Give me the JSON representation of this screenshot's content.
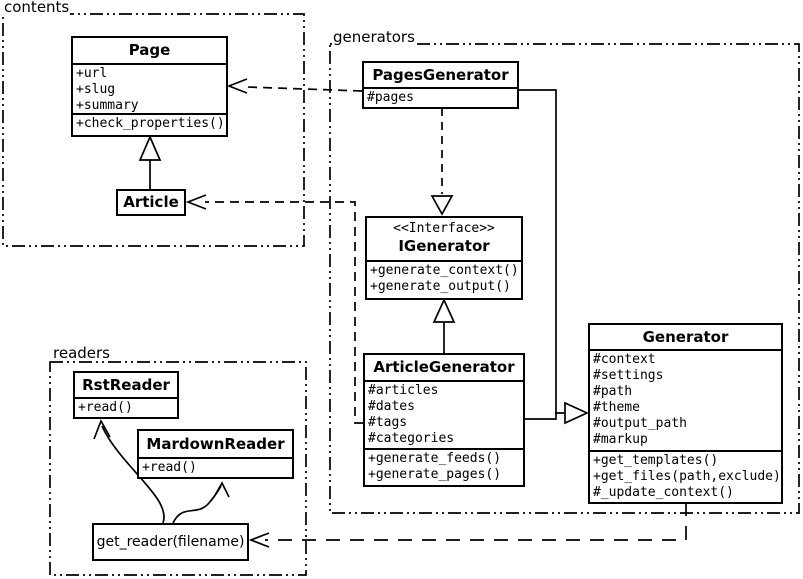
{
  "packages": {
    "contents": {
      "label": "contents"
    },
    "generators": {
      "label": "generators"
    },
    "readers": {
      "label": "readers"
    }
  },
  "classes": {
    "page": {
      "name": "Page",
      "attributes": [
        "+url",
        "+slug",
        "+summary"
      ],
      "methods": [
        "+check_properties()"
      ]
    },
    "article": {
      "name": "Article"
    },
    "pages_generator": {
      "name": "PagesGenerator",
      "attributes": [
        "#pages"
      ]
    },
    "igenerator": {
      "stereotype": "<<Interface>>",
      "name": "IGenerator",
      "methods": [
        "+generate_context()",
        "+generate_output()"
      ]
    },
    "article_generator": {
      "name": "ArticleGenerator",
      "attributes": [
        "#articles",
        "#dates",
        "#tags",
        "#categories"
      ],
      "methods": [
        "+generate_feeds()",
        "+generate_pages()"
      ]
    },
    "generator": {
      "name": "Generator",
      "attributes": [
        "#context",
        "#settings",
        "#path",
        "#theme",
        "#output_path",
        "#markup"
      ],
      "methods": [
        "+get_templates()",
        "+get_files(path,exclude)",
        "#_update_context()"
      ]
    },
    "rst_reader": {
      "name": "RstReader",
      "methods": [
        "+read()"
      ]
    },
    "markdown_reader": {
      "name": "MardownReader",
      "methods": [
        "+read()"
      ]
    },
    "get_reader": {
      "name": "get_reader(filename)"
    }
  },
  "colors": {
    "line": "#000000",
    "background": "#ffffff"
  }
}
